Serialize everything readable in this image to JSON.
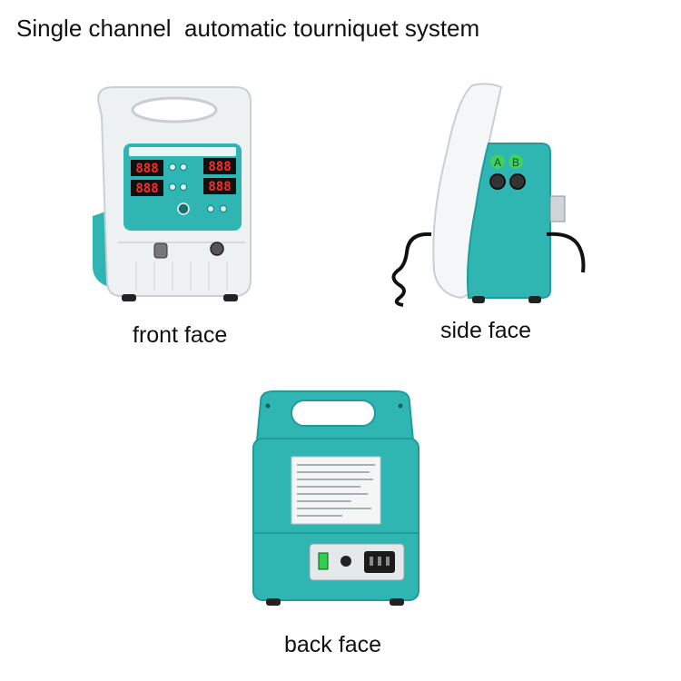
{
  "title": "Single channel  automatic tourniquet system",
  "views": {
    "front": {
      "caption": "front face",
      "display_digits": [
        "888",
        "888",
        "888",
        "888"
      ]
    },
    "side": {
      "caption": "side face",
      "port_labels": [
        "A",
        "B"
      ]
    },
    "back": {
      "caption": "back face"
    }
  },
  "colors": {
    "teal": "#2fb6b3",
    "teal_dark": "#1f9c9a",
    "body_white": "#eef1f2",
    "display_red": "#ff2a2a",
    "switch_green": "#2fcf4a"
  }
}
